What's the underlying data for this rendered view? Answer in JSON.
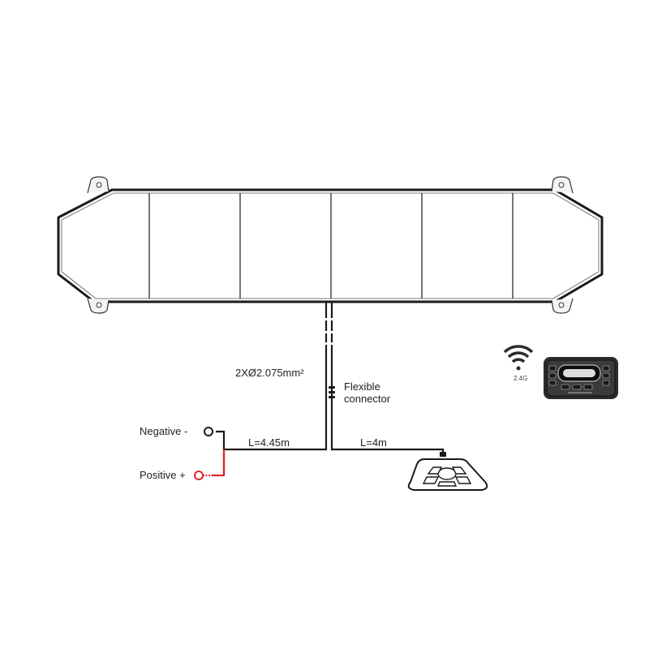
{
  "labels": {
    "cable_spec": "2XØ2.075mm²",
    "flexible_line1": "Flexible",
    "flexible_line2": "connector",
    "length_power": "L=4.45m",
    "length_control": "L=4m",
    "negative": "Negative -",
    "positive": "Positive +",
    "wireless_band": "2.4G"
  },
  "lightbar": {
    "segment_count": 6
  },
  "colors": {
    "outline": "#1a1a1a",
    "positive_wire": "#e0262b",
    "remote_body": "#2b2b2b",
    "remote_screen": "#0e0e0e"
  },
  "icons": {
    "wireless": "wifi-signal-icon",
    "remote": "wireless-remote-icon",
    "controller": "wired-control-box-icon"
  }
}
